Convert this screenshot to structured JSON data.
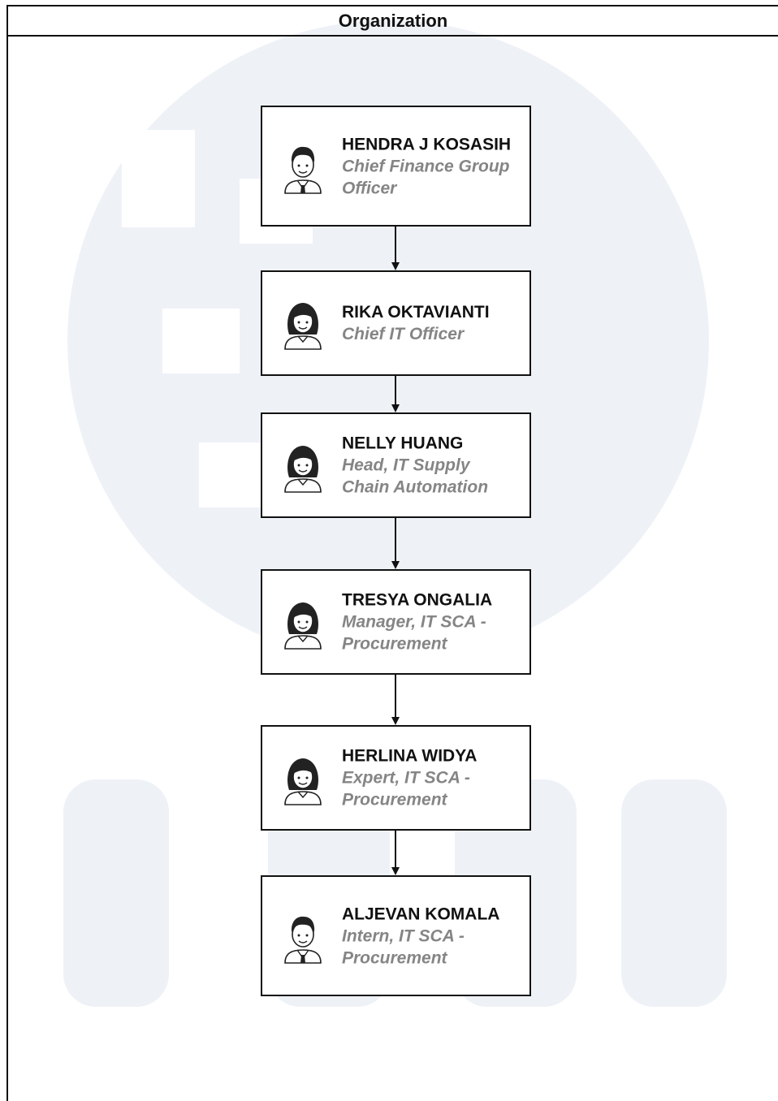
{
  "diagram": {
    "title": "Organization",
    "nodes": [
      {
        "name": "HENDRA J KOSASIH",
        "role_line1": "Chief Finance Group",
        "role_line2": "Officer",
        "avatar": "man-avatar-icon"
      },
      {
        "name": "RIKA OKTAVIANTI",
        "role_line1": "Chief IT Officer",
        "role_line2": "",
        "avatar": "woman-avatar-icon"
      },
      {
        "name": "NELLY HUANG",
        "role_line1": "Head, IT Supply",
        "role_line2": "Chain Automation",
        "avatar": "woman-avatar-icon"
      },
      {
        "name": "TRESYA ONGALIA",
        "role_line1": "Manager, IT SCA -",
        "role_line2": "Procurement",
        "avatar": "woman-avatar-icon"
      },
      {
        "name": "HERLINA WIDYA",
        "role_line1": "Expert, IT SCA -",
        "role_line2": "Procurement",
        "avatar": "woman-avatar-icon"
      },
      {
        "name": "ALJEVAN KOMALA",
        "role_line1": "Intern, IT SCA -",
        "role_line2": "Procurement",
        "avatar": "man-avatar-icon"
      }
    ],
    "edges": [
      {
        "from": "HENDRA J KOSASIH",
        "to": "RIKA OKTAVIANTI"
      },
      {
        "from": "RIKA OKTAVIANTI",
        "to": "NELLY HUANG"
      },
      {
        "from": "NELLY HUANG",
        "to": "TRESYA ONGALIA"
      },
      {
        "from": "TRESYA ONGALIA",
        "to": "HERLINA WIDYA"
      },
      {
        "from": "HERLINA WIDYA",
        "to": "ALJEVAN KOMALA"
      }
    ]
  },
  "colors": {
    "border": "#111111",
    "name_text": "#111111",
    "role_text": "#858585",
    "watermark": "#eef2f7"
  }
}
